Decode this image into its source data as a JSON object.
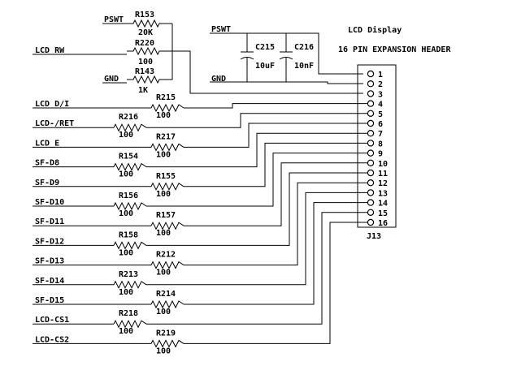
{
  "header": {
    "title": "LCD Display",
    "subtitle": "16 PIN EXPANSION HEADER",
    "ref": "J13",
    "pins": [
      "1",
      "2",
      "3",
      "4",
      "5",
      "6",
      "7",
      "8",
      "9",
      "10",
      "11",
      "12",
      "13",
      "14",
      "15",
      "16"
    ]
  },
  "top": {
    "pswt": "PSWT",
    "gnd": "GND",
    "lcd_rw": "LCD_RW",
    "r153": {
      "ref": "R153",
      "value": "20K"
    },
    "r220": {
      "ref": "R220",
      "value": "100"
    },
    "r143": {
      "ref": "R143",
      "value": "1K"
    }
  },
  "caps": {
    "pswt": "PSWT",
    "gnd": "GND",
    "c215": {
      "ref": "C215",
      "value": "10uF"
    },
    "c216": {
      "ref": "C216",
      "value": "10nF"
    }
  },
  "signals": [
    {
      "net": "LCD_D/I",
      "ref": "R215",
      "value": "100",
      "pin": 4
    },
    {
      "net": "LCD-/RET",
      "ref": "R216",
      "value": "100",
      "pin": 5
    },
    {
      "net": "LCD_E",
      "ref": "R217",
      "value": "100",
      "pin": 6
    },
    {
      "net": "SF-D8",
      "ref": "R154",
      "value": "100",
      "pin": 7
    },
    {
      "net": "SF-D9",
      "ref": "R155",
      "value": "100",
      "pin": 8
    },
    {
      "net": "SF-D10",
      "ref": "R156",
      "value": "100",
      "pin": 9
    },
    {
      "net": "SF-D11",
      "ref": "R157",
      "value": "100",
      "pin": 10
    },
    {
      "net": "SF-D12",
      "ref": "R158",
      "value": "100",
      "pin": 11
    },
    {
      "net": "SF-D13",
      "ref": "R212",
      "value": "100",
      "pin": 12
    },
    {
      "net": "SF-D14",
      "ref": "R213",
      "value": "100",
      "pin": 13
    },
    {
      "net": "SF-D15",
      "ref": "R214",
      "value": "100",
      "pin": 14
    },
    {
      "net": "LCD-CS1",
      "ref": "R218",
      "value": "100",
      "pin": 15
    },
    {
      "net": "LCD-CS2",
      "ref": "R219",
      "value": "100",
      "pin": 16
    }
  ]
}
